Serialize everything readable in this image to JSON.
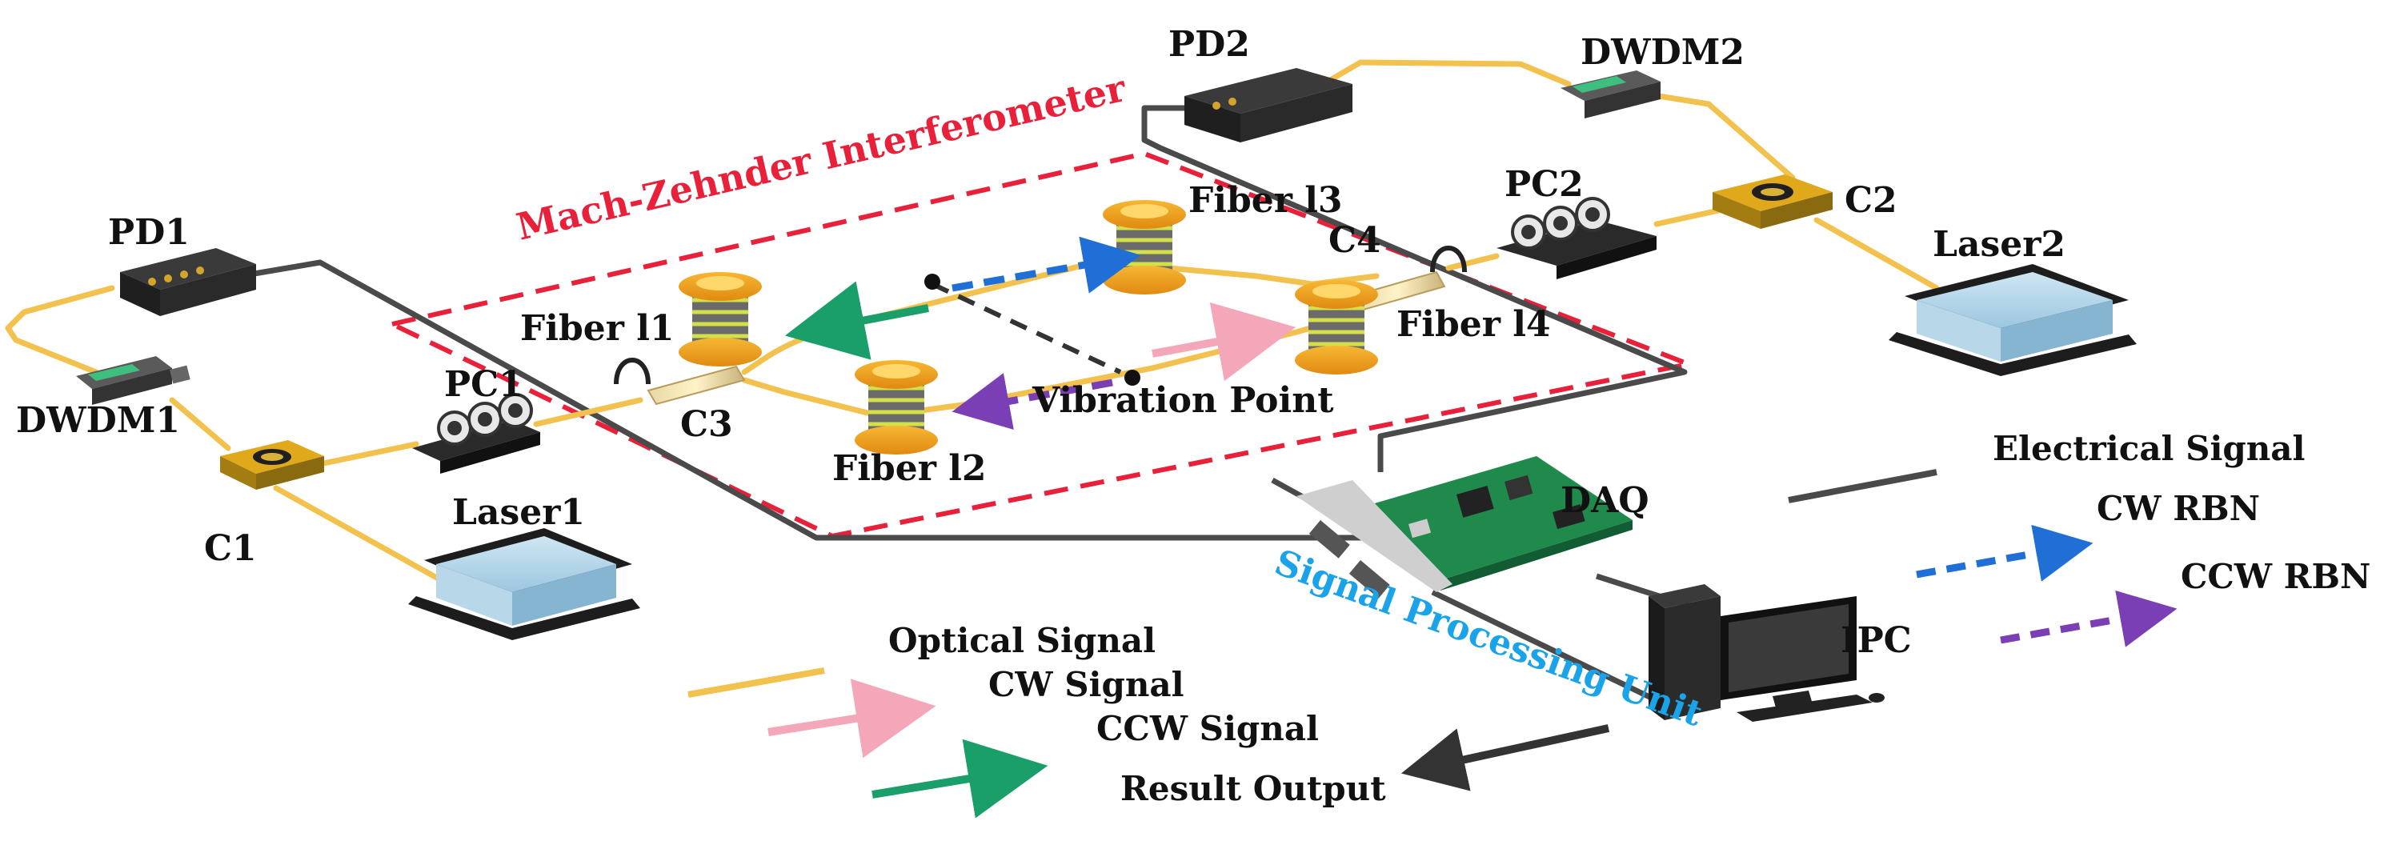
{
  "labels": {
    "pd1": "PD1",
    "pd2": "PD2",
    "dwdm1": "DWDM1",
    "dwdm2": "DWDM2",
    "c1": "C1",
    "c2": "C2",
    "c3": "C3",
    "c4": "C4",
    "pc1": "PC1",
    "pc2": "PC2",
    "laser1": "Laser1",
    "laser2": "Laser2",
    "fiber_l1": "Fiber l1",
    "fiber_l2": "Fiber l2",
    "fiber_l3": "Fiber l3",
    "fiber_l4": "Fiber l4",
    "vibration_point": "Vibration Point",
    "mzi_title": "Mach-Zehnder Interferometer",
    "daq": "DAQ",
    "ipc": "IPC",
    "spu_title": "Signal Processing Unit"
  },
  "legend_left": [
    {
      "label": "Optical Signal",
      "color": "#f2c14e",
      "style": "line"
    },
    {
      "label": "CW Signal",
      "color": "#f4a7b9",
      "style": "arrow"
    },
    {
      "label": "CCW Signal",
      "color": "#1a9e6a",
      "style": "arrow"
    },
    {
      "label": "Result Output",
      "color": "#333333",
      "style": "arrow"
    }
  ],
  "legend_right": [
    {
      "label": "Electrical Signal",
      "color": "#4a4a4a",
      "style": "line"
    },
    {
      "label": "CW RBN",
      "color": "#1f6fd6",
      "style": "dashed-arrow"
    },
    {
      "label": "CCW RBN",
      "color": "#7b3fb5",
      "style": "dashed-arrow"
    }
  ],
  "colors": {
    "optical": "#f2c14e",
    "electrical": "#4a4a4a",
    "mzi_box": "#e8203a",
    "spu_title": "#1aa3e8",
    "cw": "#f4a7b9",
    "ccw": "#1a9e6a",
    "cw_rbn": "#1f6fd6",
    "ccw_rbn": "#7b3fb5"
  }
}
